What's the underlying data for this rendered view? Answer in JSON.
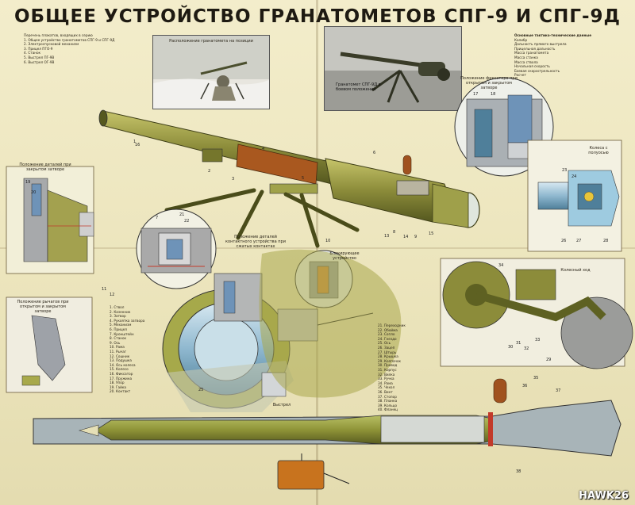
{
  "header": {
    "title": "ОБЩЕЕ УСТРОЙСТВО ГРАНАТОМЕТОВ СПГ-9 И СПГ-9Д"
  },
  "left_list": {
    "heading": "Перечень плакатов, входящих в серию",
    "items": [
      "1. Общее устройство гранатометов СПГ-9 и СПГ-9Д",
      "2. Электроспусковой механизм",
      "3. Прицел ПГО-9",
      "4. Станок",
      "5. Выстрел ПГ-9В",
      "6. Выстрел ОГ-9В"
    ]
  },
  "photos": {
    "position_caption": "Расположение гранатомета на позиции",
    "spg9d_caption": "Гранатомет СПГ-9Д в боевом положении"
  },
  "specs": {
    "heading": "Основные тактико-технические данные",
    "rows": [
      "Калибр",
      "Дальность прямого выстрела",
      "Прицельная дальность",
      "Масса гранатомета",
      "Масса станка",
      "Масса ствола",
      "Начальная скорость",
      "Боевая скорострельность",
      "Расчет"
    ]
  },
  "callouts": {
    "trigger_parts": "Положение деталей при закрытом затворе",
    "fixator": "Положение фиксатора при открытом и закрытом затворе",
    "wheel_assembly": "Колеса с полуосью",
    "breech": "Положение деталей контактного устройства при сжатых контактах",
    "safety": "Блокирующее устройство",
    "lever": "Положение рычагов при открытом и закрытом затворе",
    "wheel_move": "Колесный ход",
    "shell": "Выстрел"
  },
  "parts_list_a": [
    "1. Ствол",
    "2. Казенник",
    "3. Затвор",
    "4. Рукоятка затвора",
    "5. Механизм",
    "6. Прицел",
    "7. Кронштейн",
    "8. Станок",
    "9. Ось",
    "10. Рама",
    "11. Рычаг",
    "12. Сошник",
    "13. Подушка",
    "14. Ось колеса",
    "15. Колесо",
    "16. Фиксатор",
    "17. Пружина",
    "18. Упор",
    "19. Гайка",
    "20. Контакт"
  ],
  "parts_list_b": [
    "21. Переходник",
    "22. Обойма",
    "23. Сопло",
    "24. Гнездо",
    "25. Ось",
    "26. Зацеп",
    "27. Штырь",
    "28. Крышка",
    "29. Колпачок",
    "30. Провод",
    "31. Корпус",
    "32. Вилка",
    "33. Ручка",
    "34. Рама",
    "35. Чехол",
    "36. Винт",
    "37. Стопор",
    "38. Планка",
    "39. Кольцо",
    "40. Фланец"
  ],
  "numbers": {
    "n1": "1",
    "n2": "2",
    "n3": "3",
    "n4": "4",
    "n5": "5",
    "n6": "6",
    "n7": "7",
    "n8": "8",
    "n9": "9",
    "n10": "10",
    "n11": "11",
    "n12": "12",
    "n13": "13",
    "n14": "14",
    "n15": "15",
    "n16": "16",
    "n17": "17",
    "n18": "18",
    "n19": "19",
    "n20": "20",
    "n21": "21",
    "n22": "22",
    "n23": "23",
    "n24": "24",
    "n25": "25",
    "n26": "26",
    "n27": "27",
    "n28": "28",
    "n29": "29",
    "n30": "30",
    "n31": "31",
    "n32": "32",
    "n33": "33",
    "n34": "34",
    "n35": "35",
    "n36": "36",
    "n37": "37",
    "n38": "38"
  },
  "watermark": "HAWK26",
  "colors": {
    "paper": "#efe9c4",
    "olive": "#8c8c3a",
    "olive_dark": "#5e6122",
    "olive_light": "#b3b257",
    "steel_blue": "#8fb8cf",
    "steel_dark": "#4f7f9a",
    "brown": "#a0521f",
    "orange_box": "#c8731e",
    "red": "#c23a2a"
  }
}
